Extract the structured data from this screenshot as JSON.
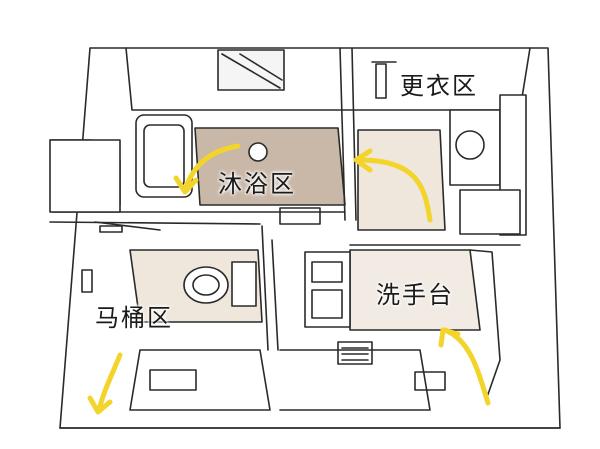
{
  "zones": {
    "changing": {
      "label": "更衣区"
    },
    "shower": {
      "label": "沐浴区"
    },
    "sink": {
      "label": "洗手台"
    },
    "toilet": {
      "label": "马桶区"
    }
  },
  "colors": {
    "line": "#2a2a2a",
    "shower_floor": "#c9b8a8",
    "changing_floor": "#efe6dc",
    "toilet_floor": "#efe6dc",
    "sink_floor": "#f1ebe3",
    "arrow": "#f2d42a"
  }
}
